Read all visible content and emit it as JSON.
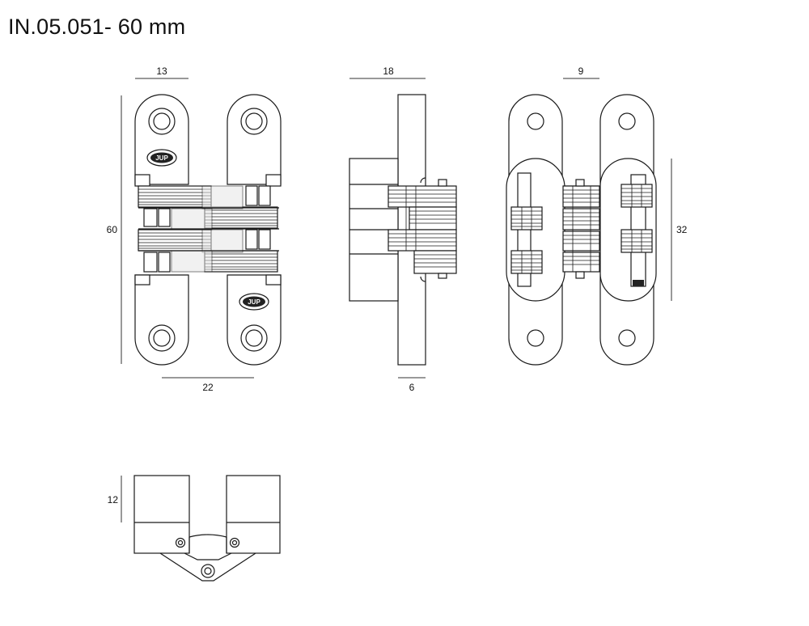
{
  "title": "IN.05.051- 60 mm",
  "logo_text": "JUP",
  "dimensions": {
    "front_top_width": "13",
    "front_bottom_width": "22",
    "front_height": "60",
    "side_top_depth": "18",
    "side_bottom_thickness": "6",
    "back_top_width": "9",
    "back_body_height": "32",
    "bottom_view_height": "12"
  }
}
